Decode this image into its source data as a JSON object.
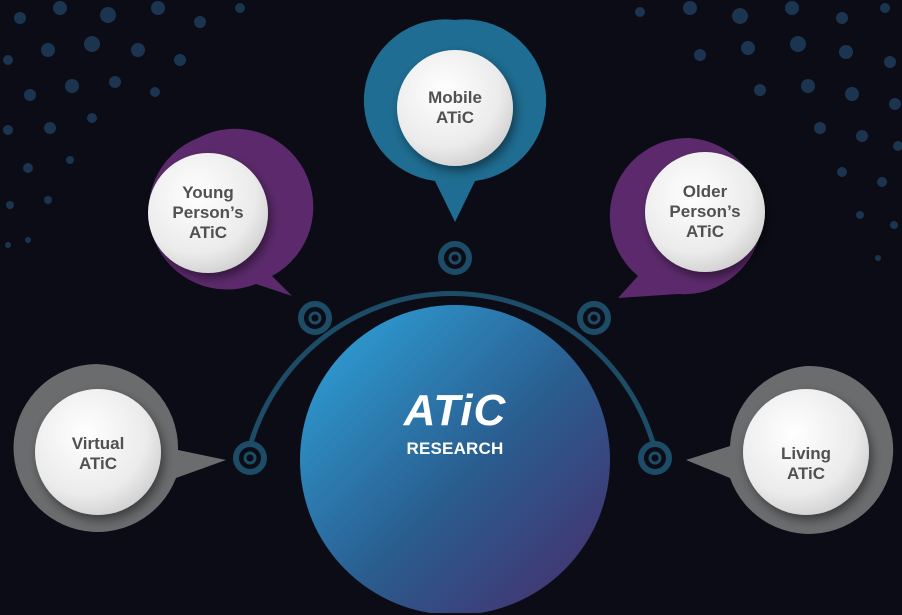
{
  "hub": {
    "logo": "ATiC",
    "subtitle": "RESEARCH"
  },
  "nodes": {
    "mobile": [
      "Mobile",
      "ATiC"
    ],
    "young": [
      "Young",
      "Person’s",
      "ATiC"
    ],
    "older": [
      "Older",
      "Person’s",
      "ATiC"
    ],
    "virtual": [
      "Virtual",
      "ATiC"
    ],
    "living": [
      "Living",
      "ATiC"
    ]
  },
  "colors": {
    "background": "#0b0c16",
    "teal": "#1f6d92",
    "purple": "#5c2a6c",
    "grey": "#6a6c6e",
    "connector": "#1d4d66",
    "hub_start": "#2ea8e0",
    "hub_end": "#4a2a6a",
    "text_dark": "#505152",
    "text_light": "#ffffff"
  }
}
